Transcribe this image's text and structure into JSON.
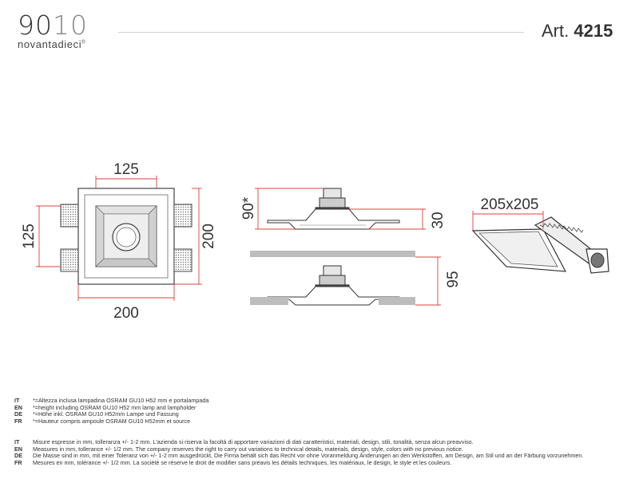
{
  "brand": {
    "number_main": "90",
    "number_light": "10",
    "name": "novantadieci",
    "registered": "®"
  },
  "article": {
    "prefix": "Art.",
    "number": "4215"
  },
  "dimensions": {
    "top_inner_width": "125",
    "top_inner_height": "125",
    "top_outer_height": "200",
    "top_outer_width": "200",
    "side_height_lamp": "90*",
    "side_thickness": "30",
    "side_total_height": "95",
    "recess_size": "205x205"
  },
  "notes": [
    {
      "lang": "IT",
      "text": "*=Altezza inclusa lampadina OSRAM GU10 H52 mm e portalampada"
    },
    {
      "lang": "EN",
      "text": "*=height including OSRAM GU10 H52 mm lamp and lampholder"
    },
    {
      "lang": "DE",
      "text": "*=Höhe inkl. OSRAM GU10 H52mm Lampe und Fassung"
    },
    {
      "lang": "FR",
      "text": "*=Hauteur compris ampoule OSRAM GU10 H52mm et source"
    }
  ],
  "disclaimers": [
    {
      "lang": "IT",
      "text": "Misure espresse in mm, tolleranza +/- 1-2 mm. L'azienda si riserva la facoltà di apportare variazioni di dati caratteristici, materiali, design, stili, tonalità, senza alcun preavviso."
    },
    {
      "lang": "EN",
      "text": "Measures in mm, tollerance +/- 1/2 mm. The company reserves the right to carry out variations to technical details, materials, design, style, colors with no previous notice."
    },
    {
      "lang": "DE",
      "text": "Die Masse sind in mm, mit einer Toleranz von +/- 1-2 mm ausgedrückt, Die Firma behält sich das Recht vor ohne Voranmeldung Änderungen an den Werkstoffen, am Design, am Stil und an der Färbung vorzunehmen."
    },
    {
      "lang": "FR",
      "text": "Mesures en mm, tolérance +/- 1/2 mm. La société se réserve le droit de modifier sans préavis les détails techniques, les matériaux, le design, le style et les couleurs."
    }
  ],
  "colors": {
    "dimension_line": "#e0403a",
    "outline": "#333333",
    "wall": "#bdbdbd",
    "shade": "#dcdcdc"
  }
}
